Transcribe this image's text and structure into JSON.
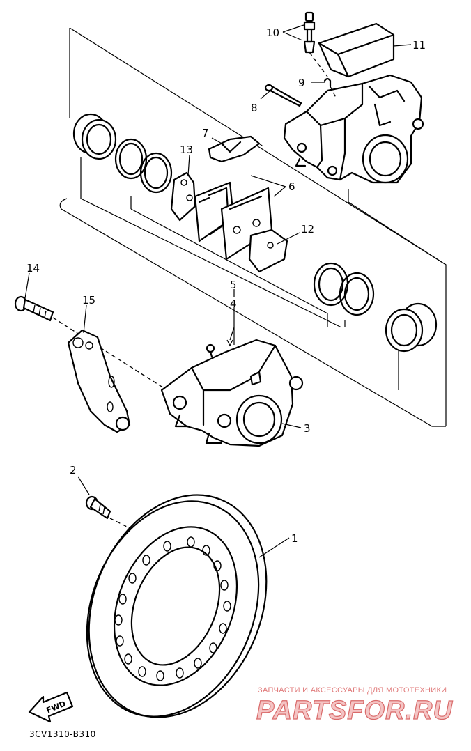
{
  "diagram": {
    "callouts": [
      {
        "id": "1",
        "label": "1"
      },
      {
        "id": "2",
        "label": "2"
      },
      {
        "id": "3",
        "label": "3"
      },
      {
        "id": "4",
        "label": "4"
      },
      {
        "id": "5",
        "label": "5"
      },
      {
        "id": "6",
        "label": "6"
      },
      {
        "id": "7",
        "label": "7"
      },
      {
        "id": "8",
        "label": "8"
      },
      {
        "id": "9",
        "label": "9"
      },
      {
        "id": "10",
        "label": "10"
      },
      {
        "id": "11",
        "label": "11"
      },
      {
        "id": "12",
        "label": "12"
      },
      {
        "id": "13",
        "label": "13"
      },
      {
        "id": "14",
        "label": "14"
      },
      {
        "id": "15",
        "label": "15"
      }
    ],
    "direction_arrow_label": "FWD",
    "drawing_code": "3CV1310-B310"
  },
  "watermark": {
    "tagline": "ЗАПЧАСТИ И АКСЕССУАРЫ ДЛЯ МОТОТЕХНИКИ",
    "logo": "PARTSFOR.RU",
    "color": "#d96a6a"
  }
}
